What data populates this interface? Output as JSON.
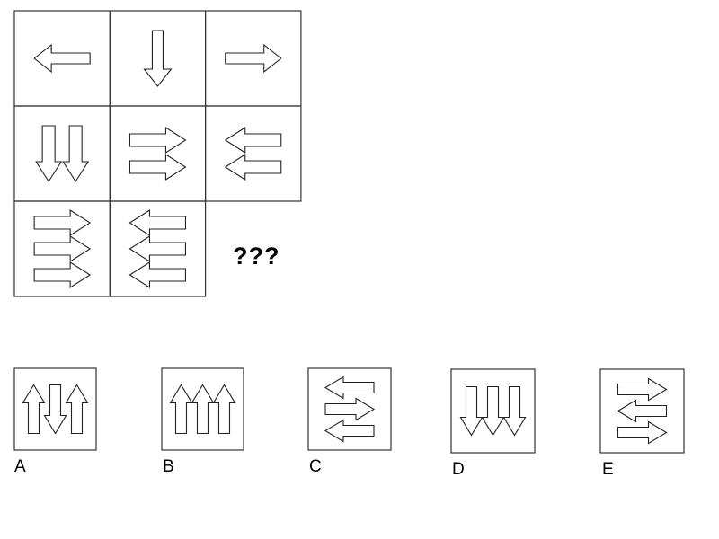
{
  "puzzle": {
    "grid": [
      [
        {
          "count": 1,
          "direction": "left"
        },
        {
          "count": 1,
          "direction": "down"
        },
        {
          "count": 1,
          "direction": "right"
        }
      ],
      [
        {
          "count": 2,
          "direction": "down"
        },
        {
          "count": 2,
          "direction": "right"
        },
        {
          "count": 2,
          "direction": "left"
        }
      ],
      [
        {
          "count": 3,
          "direction": "right"
        },
        {
          "count": 3,
          "direction": "left"
        },
        null
      ]
    ],
    "missing_label": "???"
  },
  "options": [
    {
      "label": "A",
      "arrows": [
        "up",
        "down",
        "up"
      ],
      "orientation": "vertical"
    },
    {
      "label": "B",
      "arrows": [
        "up",
        "up",
        "up"
      ],
      "orientation": "vertical"
    },
    {
      "label": "C",
      "arrows": [
        "left",
        "right",
        "left"
      ],
      "orientation": "horizontal"
    },
    {
      "label": "D",
      "arrows": [
        "down",
        "down",
        "down"
      ],
      "orientation": "vertical"
    },
    {
      "label": "E",
      "arrows": [
        "right",
        "left",
        "right"
      ],
      "orientation": "horizontal"
    }
  ]
}
